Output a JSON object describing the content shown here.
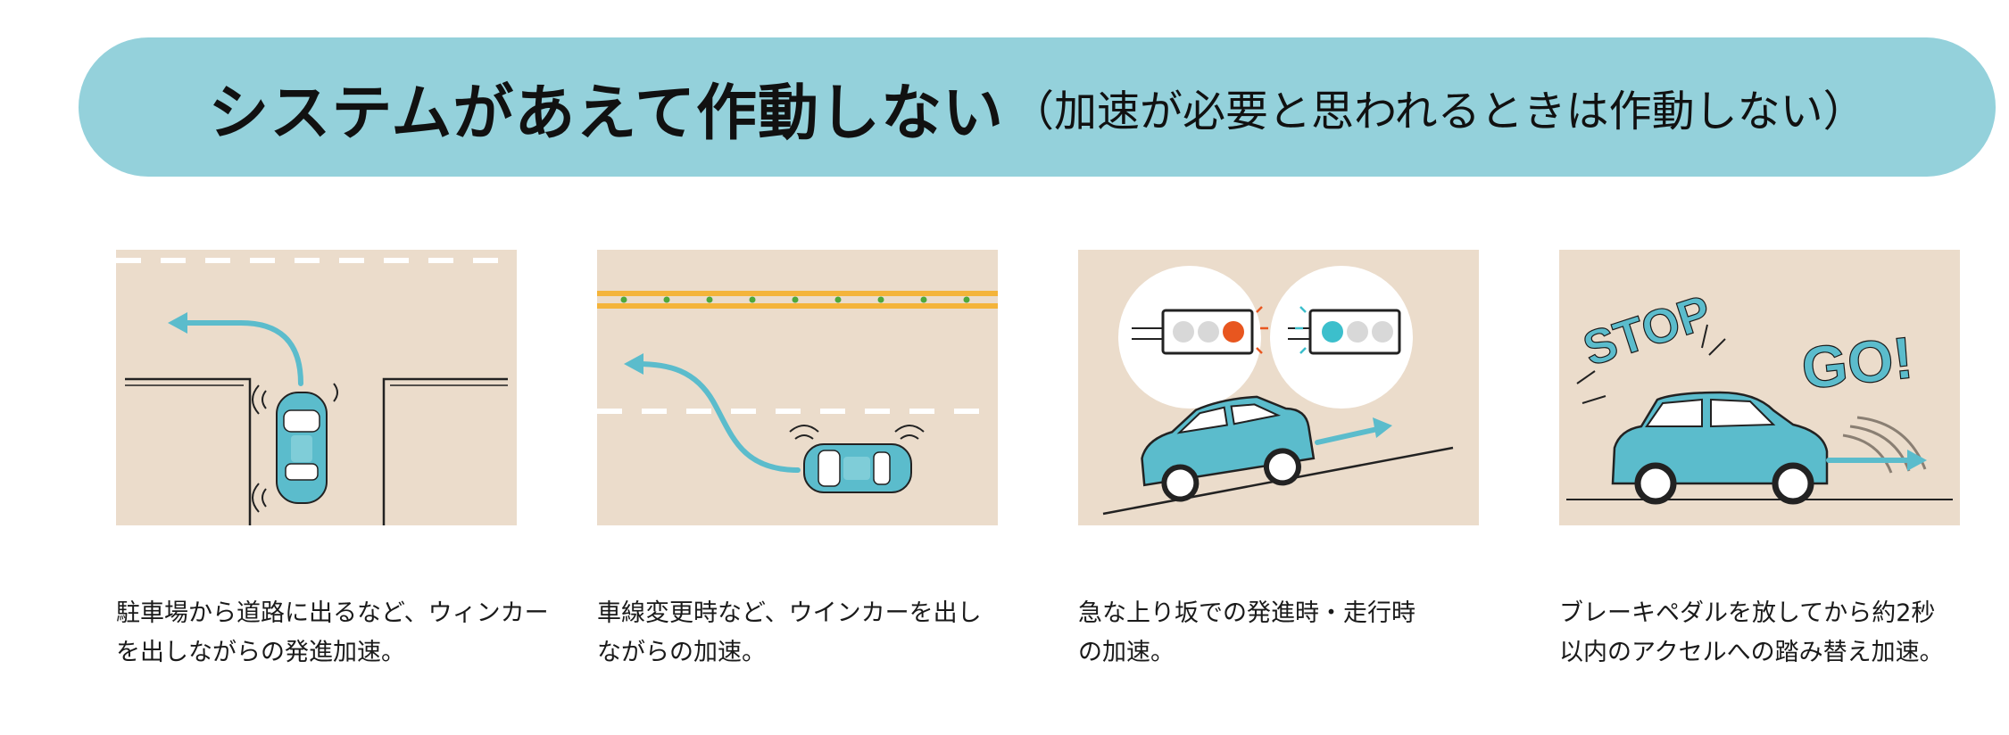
{
  "header": {
    "title": "システムがあえて作動しない",
    "subtitle": "（加速が必要と思われるときは作動しない）"
  },
  "colors": {
    "banner": "#94d1db",
    "panel_bg": "#ebdccb",
    "car_body": "#5bbccc",
    "arrow": "#5bbccc",
    "signal_red": "#e8561f",
    "signal_green": "#3cbfcc",
    "center_line": "#f4b43a"
  },
  "scenarios": [
    {
      "illustration": "left-turn-from-parking-lot",
      "caption_line1": "駐車場から道路に出るなど、ウィンカー",
      "caption_line2": "を出しながらの発進加速。"
    },
    {
      "illustration": "lane-change",
      "caption_line1": "車線変更時など、ウインカーを出し",
      "caption_line2": "ながらの加速。"
    },
    {
      "illustration": "uphill-start",
      "caption_line1": "急な上り坂での発進時・走行時",
      "caption_line2": "の加速。"
    },
    {
      "illustration": "stop-and-go",
      "stop_text": "STOP",
      "go_text": "GO!",
      "caption_line1": "ブレーキペダルを放してから約2秒",
      "caption_line2": "以内のアクセルへの踏み替え加速。"
    }
  ]
}
